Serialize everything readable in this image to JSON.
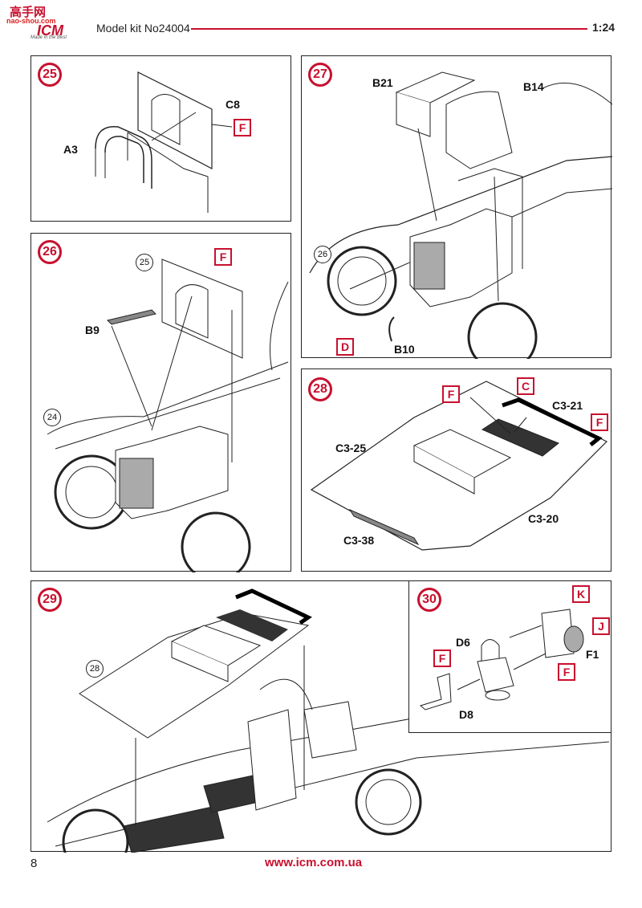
{
  "header": {
    "logo_top": "高手网",
    "logo_site": "nao-shou.com",
    "brand": "ICM",
    "tagline": "Made in the Best",
    "kit_label": "Model kit No24004",
    "scale": "1:24"
  },
  "panels": {
    "p25": {
      "step": "25",
      "labels": [
        "C8",
        "A3"
      ],
      "tags": [
        "F"
      ]
    },
    "p26": {
      "step": "26",
      "refs": [
        "25",
        "24"
      ],
      "labels": [
        "B9"
      ],
      "tags": [
        "F"
      ]
    },
    "p27": {
      "step": "27",
      "refs": [
        "26"
      ],
      "labels": [
        "B21",
        "B14",
        "B10"
      ],
      "tags": [
        "D"
      ]
    },
    "p28": {
      "step": "28",
      "labels": [
        "C3-21",
        "C3-25",
        "C3-20",
        "C3-38"
      ],
      "tags": [
        "F",
        "C",
        "F"
      ]
    },
    "p29": {
      "step": "29",
      "refs": [
        "28"
      ]
    },
    "p30": {
      "step": "30",
      "labels": [
        "D6",
        "F1",
        "D8"
      ],
      "tags": [
        "K",
        "J",
        "F",
        "F"
      ]
    }
  },
  "footer": {
    "page": "8",
    "url": "www.icm.com.ua"
  },
  "colors": {
    "accent": "#c8102e",
    "line": "#222222"
  }
}
